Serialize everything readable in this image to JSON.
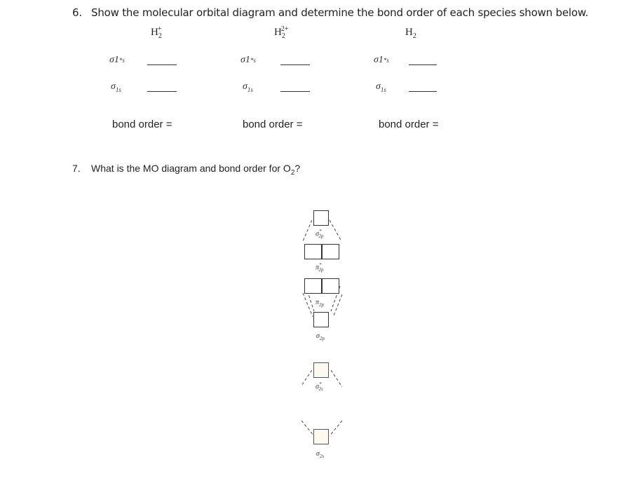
{
  "question6": {
    "number": "6.",
    "text": "Show the molecular orbital diagram and determine the bond order of each species shown below.",
    "species": [
      {
        "base": "H",
        "sub": "2",
        "sup": "+"
      },
      {
        "base": "H",
        "sub": "2",
        "sup": "2+"
      },
      {
        "base": "H",
        "sub": "2",
        "sup": ""
      }
    ],
    "antibonding_label": {
      "sym": "σ",
      "sub": "1",
      "tail": "*s"
    },
    "bonding_label": {
      "sym": "σ",
      "sub": "1s"
    },
    "bond_order_label": "bond order ="
  },
  "question7": {
    "number": "7.",
    "text": "What is the MO diagram and bond order for O",
    "text_sub": "2",
    "text_end": "?"
  },
  "mo_diagram": {
    "sigma_star_2p": {
      "sym": "σ",
      "sup": "*",
      "sub": "2p"
    },
    "pi_star_2p": {
      "sym": "π",
      "sup": "*",
      "sub": "2p"
    },
    "pi_2p": {
      "sym": "π",
      "sub": "2p"
    },
    "sigma_2p": {
      "sym": "σ",
      "sub": "2p"
    },
    "sigma_star_2s": {
      "sym": "σ",
      "sup": "*",
      "sub": "2s"
    },
    "sigma_2s": {
      "sym": "σ",
      "sub": "2s"
    }
  }
}
